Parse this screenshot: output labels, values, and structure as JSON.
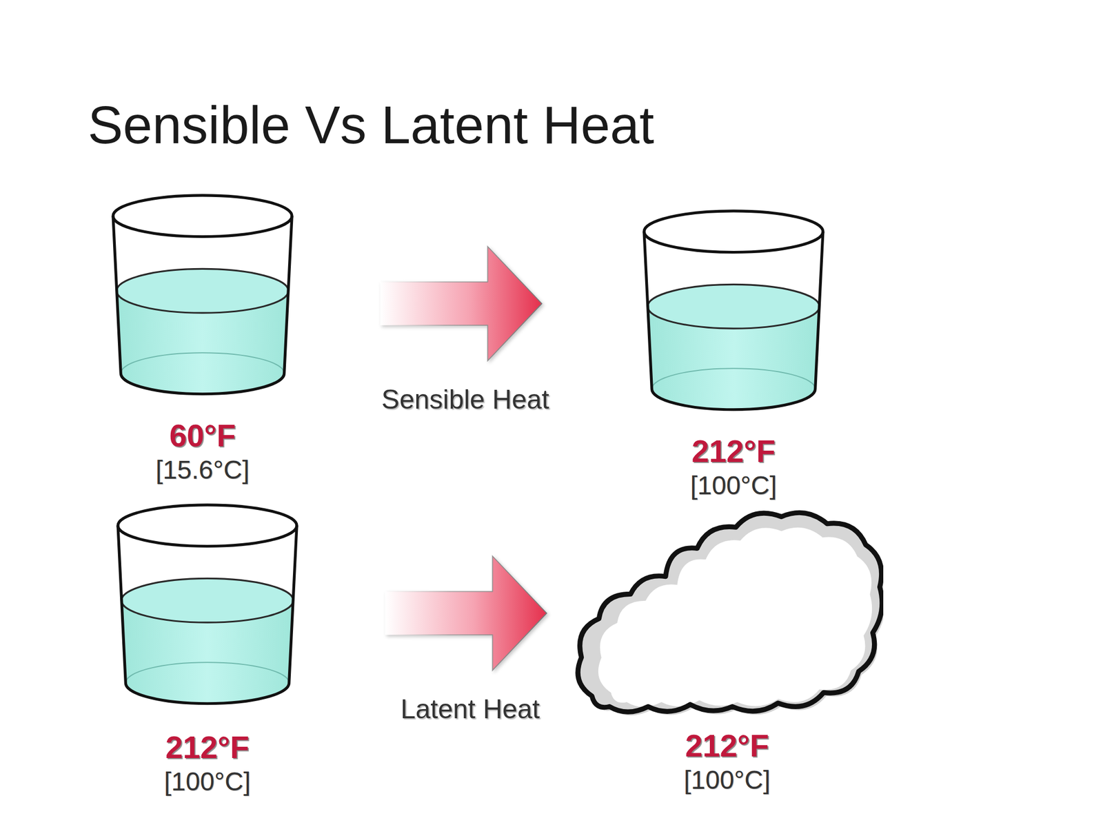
{
  "diagram": {
    "title": "Sensible Vs Latent Heat",
    "nodes": [
      {
        "text": [
          "60°F",
          "[15.6°C]"
        ]
      },
      {
        "text": [
          "212°F",
          "[100°C]"
        ]
      },
      {
        "text": [
          "212°F",
          "[100°C]"
        ]
      },
      {
        "text": [
          "212°F",
          "[100°C]"
        ]
      }
    ],
    "edges": [
      {
        "from": 0,
        "to": 1,
        "arrow": "to",
        "label": "Sensible Heat"
      },
      {
        "from": 2,
        "to": 3,
        "arrow": "to",
        "label": "Latent Heat"
      }
    ]
  }
}
